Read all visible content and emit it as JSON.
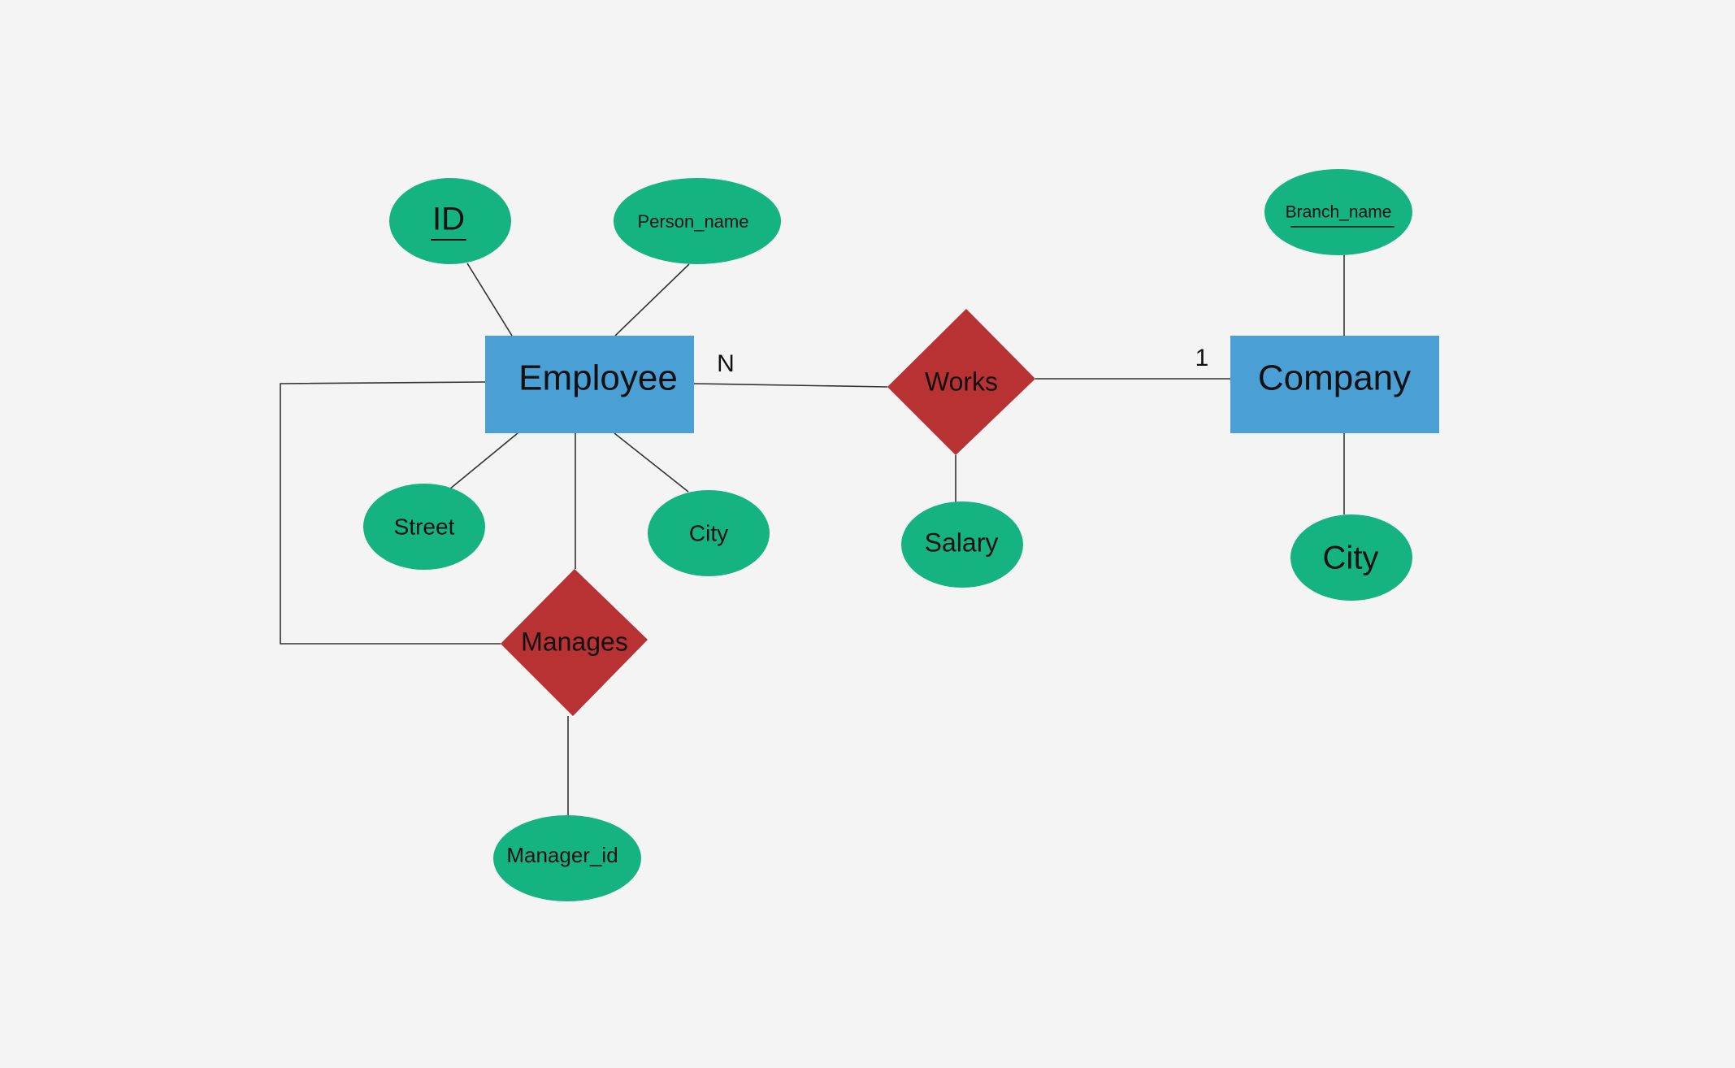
{
  "colors": {
    "background": "#f4f4f4",
    "entity_fill": "#4a9fd4",
    "relationship_fill": "#b83234",
    "attribute_fill": "#16b382",
    "line": "#333333",
    "text": "#111111"
  },
  "entities": {
    "employee": "Employee",
    "company": "Company"
  },
  "relationships": {
    "works": "Works",
    "manages": "Manages"
  },
  "attributes": {
    "id": "ID",
    "person_name": "Person_name",
    "street": "Street",
    "employee_city": "City",
    "salary": "Salary",
    "branch_name": "Branch_name",
    "company_city": "City",
    "manager_id": "Manager_id"
  },
  "cardinality": {
    "employee_works": "N",
    "company_works": "1"
  }
}
